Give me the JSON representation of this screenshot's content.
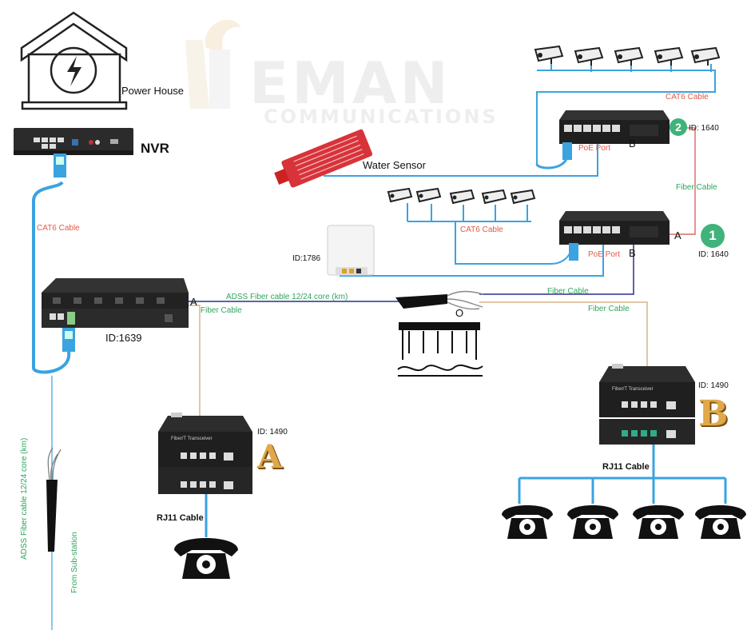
{
  "watermark": {
    "brand": "EMAN",
    "sub": "COMMUNICATIONS"
  },
  "labels": {
    "power_house": "Power House",
    "nvr": "NVR",
    "cat6_left": "CAT6 Cable",
    "cat6_top": "CAT6 Cable",
    "cat6_mid": "CAT6 Cable",
    "water_sensor": "Water Sensor",
    "poe_port_top": "PoE Port",
    "poe_port_mid": "PoE Port",
    "switch_top_b": "B",
    "switch_mid_a": "A",
    "switch_mid_b": "B",
    "fiber_cable_vertical": "Fiber Cable",
    "id_1640_top": "ID: 1640",
    "id_1640_mid": "ID: 1640",
    "badge_2": "2",
    "badge_1": "1",
    "id_1786": "ID:1786",
    "adss_label": "ADSS Fiber cable 12/24 core (km)",
    "hub_a": "A",
    "fiber_cable_hub": "Fiber Cable",
    "fiber_cable_right1": "Fiber Cable",
    "fiber_cable_right2": "Fiber Cable",
    "splice_o": "O",
    "id_1639": "ID:1639",
    "id_1490_a": "ID: 1490",
    "id_1490_b": "ID: 1490",
    "big_a": "A",
    "big_b": "B",
    "rj11_left": "RJ11 Cable",
    "rj11_right": "RJ11 Cable",
    "adss_vertical": "ADSS Fiber cable 12/24 core (km)",
    "from_substation": "From Sub-station",
    "transceiver_text": "Fiber/T Transceiver"
  },
  "colors": {
    "cat6_blue": "#3ba3e0",
    "fiber_red": "#d94b4b",
    "fiber_navy": "#2a2f8f",
    "fiber_tan": "#d9b48a",
    "text_red": "#e05a4a",
    "text_green": "#2ea65c",
    "badge_green": "#3fb37a"
  }
}
